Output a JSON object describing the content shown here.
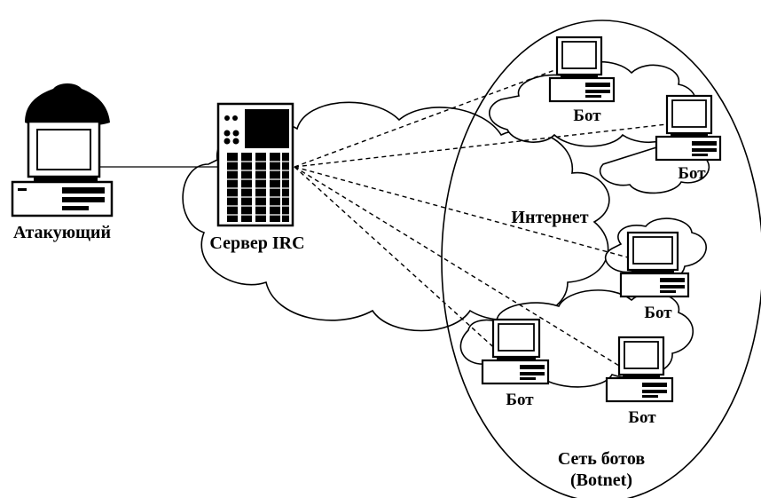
{
  "diagram": {
    "attacker_label": "Атакующий",
    "server_label": "Сервер IRC",
    "internet_label": "Интернет",
    "botnet_label_line1": "Сеть ботов",
    "botnet_label_line2": "(Botnet)",
    "bots": [
      {
        "label": "Бот"
      },
      {
        "label": "Бот"
      },
      {
        "label": "Бот"
      },
      {
        "label": "Бот"
      },
      {
        "label": "Бот"
      }
    ]
  }
}
